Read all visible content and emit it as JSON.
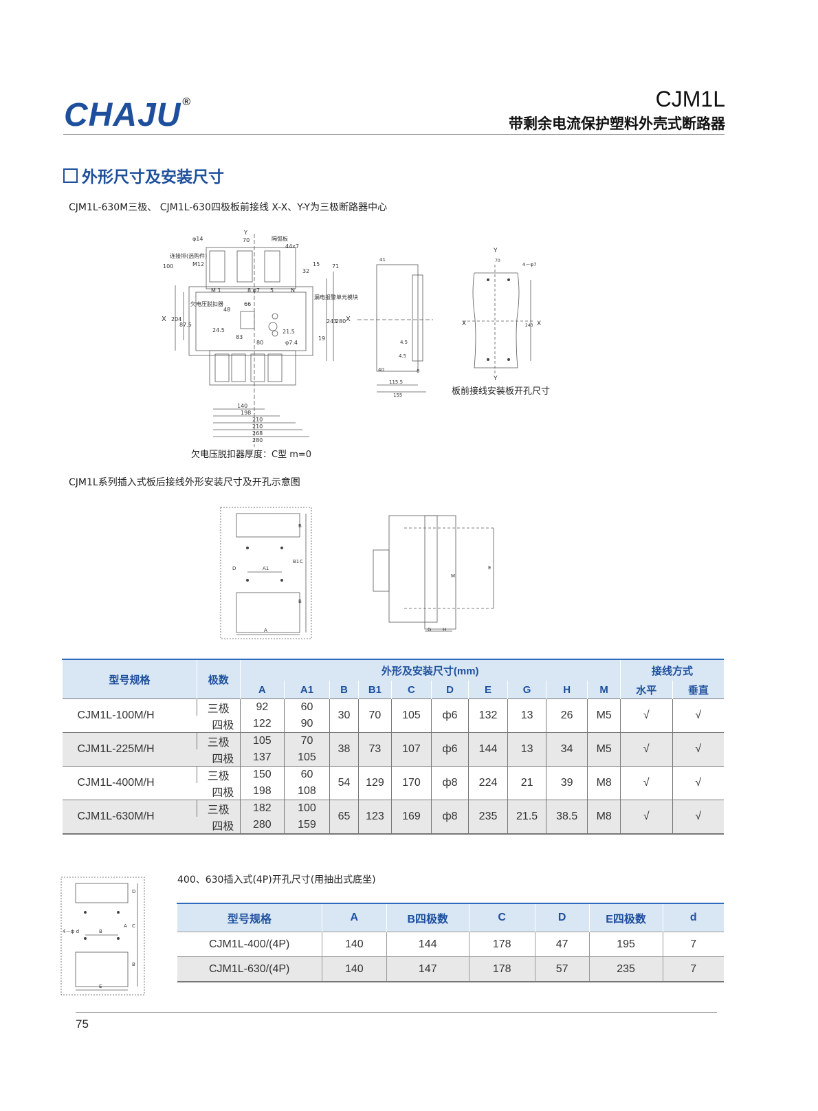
{
  "header": {
    "logo_text": "CHAJU",
    "logo_reg": "®",
    "model": "CJM1L",
    "subtitle": "带剩余电流保护塑料外壳式断路器"
  },
  "section_title": "外形尺寸及安装尺寸",
  "diagram1": {
    "caption": "CJM1L-630M三极、 CJM1L-630四极板前接线 X-X、Y-Y为三极断路器中心",
    "labels": {
      "phi14": "φ14",
      "y": "Y",
      "d70": "70",
      "arc_plate": "隔弧板",
      "d44x7": "44x7",
      "d100": "100",
      "busbar": "连接排(选购件)",
      "m12": "M12",
      "d32": "32",
      "d15": "15",
      "d71": "71",
      "m1": "M 1",
      "phi7": "8 φ7",
      "d5": "5",
      "n": "N",
      "x": "X",
      "d204": "204",
      "d87_5": "87.5",
      "undervolt": "欠电压脱扣器",
      "d48": "48",
      "d66": "66",
      "d24_5": "24.5",
      "d83": "83",
      "d80": "80",
      "d21_5": "21.5",
      "phi7b": "φ7.4",
      "leak_module": "漏电报警单元模块",
      "d243": "243",
      "d280": "280",
      "d19": "19",
      "d140": "140",
      "d198": "198",
      "d210a": "210",
      "d210b": "210",
      "d268": "268",
      "d280b": "280"
    },
    "note": "欠电压脱扣器厚度：C型 m=0",
    "side": {
      "d41": "41",
      "d4_5a": "4.5",
      "d4_5b": "4.5",
      "d8": "8",
      "d40": "40",
      "d115_5": "115.5",
      "d155": "155"
    },
    "panel": {
      "y": "Y",
      "d70": "70",
      "holes": "4－φ7",
      "x": "X",
      "d243": "243",
      "caption": "板前接线安装板开孔尺寸"
    }
  },
  "diagram2": {
    "caption": "CJM1L系列插入式板后接线外形安装尺寸及开孔示意图",
    "labels": {
      "b": "B",
      "b1": "B1",
      "c": "C",
      "d": "D",
      "a1": "A1",
      "a": "A",
      "e": "E",
      "m": "M",
      "g": "G",
      "h": "H"
    }
  },
  "table1": {
    "headers": {
      "model": "型号规格",
      "poles": "极数",
      "dims": "外形及安装尺寸(mm)",
      "wiring": "接线方式",
      "cols": [
        "A",
        "A1",
        "B",
        "B1",
        "C",
        "D",
        "E",
        "G",
        "H",
        "M"
      ],
      "horizontal": "水平",
      "vertical": "垂直"
    },
    "rows": [
      {
        "model": "CJM1L-100M/H",
        "p3": "三极",
        "a3": "92",
        "a13": "60",
        "p4": "四极",
        "a4": "122",
        "a14": "90",
        "B": "30",
        "B1": "70",
        "C": "105",
        "D": "ф6",
        "E": "132",
        "G": "13",
        "H": "26",
        "M": "M5",
        "h": "√",
        "v": "√"
      },
      {
        "model": "CJM1L-225M/H",
        "p3": "三极",
        "a3": "105",
        "a13": "70",
        "p4": "四极",
        "a4": "137",
        "a14": "105",
        "B": "38",
        "B1": "73",
        "C": "107",
        "D": "ф6",
        "E": "144",
        "G": "13",
        "H": "34",
        "M": "M5",
        "h": "√",
        "v": "√"
      },
      {
        "model": "CJM1L-400M/H",
        "p3": "三极",
        "a3": "150",
        "a13": "60",
        "p4": "四极",
        "a4": "198",
        "a14": "108",
        "B": "54",
        "B1": "129",
        "C": "170",
        "D": "ф8",
        "E": "224",
        "G": "21",
        "H": "39",
        "M": "M8",
        "h": "√",
        "v": "√"
      },
      {
        "model": "CJM1L-630M/H",
        "p3": "三极",
        "a3": "182",
        "a13": "100",
        "p4": "四极",
        "a4": "280",
        "a14": "159",
        "B": "65",
        "B1": "123",
        "C": "169",
        "D": "ф8",
        "E": "235",
        "G": "21.5",
        "H": "38.5",
        "M": "M8",
        "h": "√",
        "v": "√"
      }
    ]
  },
  "diagram3": {
    "labels": {
      "d": "D",
      "holes": "4－ф d",
      "b": "B",
      "a": "A",
      "c": "C",
      "bb": "B",
      "e": "E"
    }
  },
  "table2": {
    "caption": "400、630插入式(4P)开孔尺寸(用抽出式底坐)",
    "headers": [
      "型号规格",
      "A",
      "B四极数",
      "C",
      "D",
      "E四极数",
      "d"
    ],
    "rows": [
      [
        "CJM1L-400/(4P)",
        "140",
        "144",
        "178",
        "47",
        "195",
        "7"
      ],
      [
        "CJM1L-630/(4P)",
        "140",
        "147",
        "178",
        "57",
        "235",
        "7"
      ]
    ]
  },
  "page_number": "75"
}
